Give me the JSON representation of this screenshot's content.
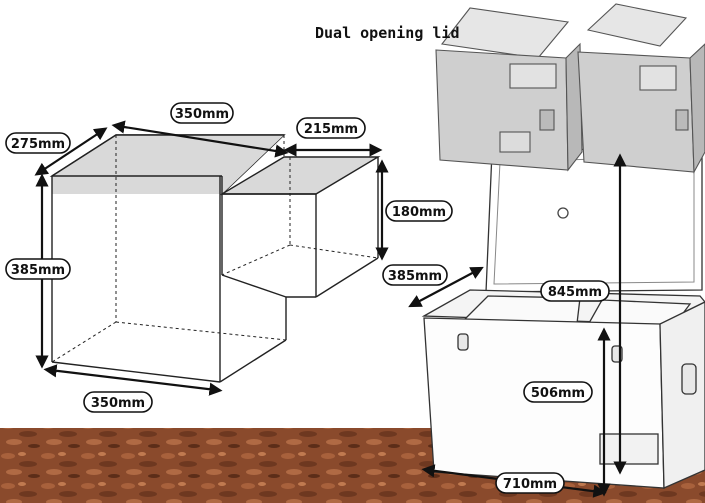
{
  "title": "Dual opening lid",
  "colors": {
    "ground": "#8a4a2c",
    "box_top": "#d9d9d9",
    "line": "#222222",
    "label_fill": "#ffffff"
  },
  "dimensions": {
    "top_left_width": "350mm",
    "top_left_depth": "275mm",
    "top_right_width": "215mm",
    "right_height": "180mm",
    "left_height": "385mm",
    "bottom_width": "350mm",
    "fridge_depth": "385mm",
    "fridge_lid_height": "845mm",
    "fridge_body_height": "506mm",
    "fridge_width": "710mm"
  }
}
